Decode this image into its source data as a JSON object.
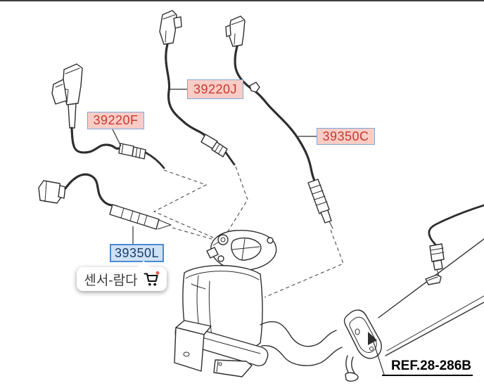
{
  "diagram": {
    "kind": "parts-exploded-diagram",
    "subject": "exhaust lambda / temperature sensors and catalytic converter",
    "labels": {
      "l39220F": {
        "code": "39220F"
      },
      "l39220J": {
        "code": "39220J"
      },
      "l39350C": {
        "code": "39350C"
      },
      "l39350L": {
        "code": "39350L",
        "state": "selected"
      },
      "ref": {
        "code": "REF.28-286B"
      }
    },
    "tooltip": {
      "label": "센서-람다",
      "icon": "shopping-cart-icon",
      "attached_to": "39350L"
    },
    "icons": {
      "cart": "shopping-cart-icon",
      "cart_badge": "red-dot-badge"
    },
    "colors": {
      "line_art": "#2e2e2e",
      "dashed_line": "#4a4a4a",
      "part_label_bg": "#f9cdc6",
      "part_label_border": "#7ea6dc",
      "part_label_text": "#c8382e",
      "selected_label_bg": "#cfe1f6",
      "selected_label_border": "#4c8ad0",
      "selected_label_text": "#173d6e",
      "ref_text": "#000000",
      "tooltip_bg": "#ffffff",
      "tooltip_text": "#3c3c3c",
      "cart_icon": "#111111",
      "cart_badge": "#ee5f4d",
      "top_edge": "#3f3f3f"
    }
  }
}
